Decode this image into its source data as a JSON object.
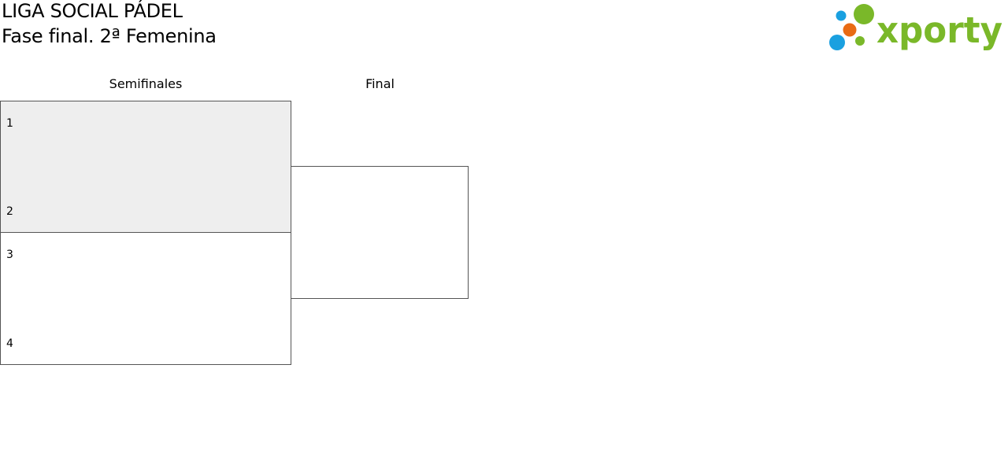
{
  "header": {
    "title_line1": "LIGA SOCIAL PÁDEL",
    "title_line2": "Fase final. 2ª Femenina"
  },
  "logo": {
    "text": "xporty",
    "colors": {
      "green": "#7ab829",
      "blue": "#1aa0e0",
      "orange": "#e96b14"
    }
  },
  "rounds": [
    {
      "label": "Semifinales"
    },
    {
      "label": "Final"
    }
  ],
  "semifinals": [
    {
      "seed_top": "1",
      "seed_bottom": "2",
      "highlighted": true
    },
    {
      "seed_top": "3",
      "seed_bottom": "4",
      "highlighted": false
    }
  ],
  "final": {
    "seed_top": "",
    "seed_bottom": ""
  }
}
